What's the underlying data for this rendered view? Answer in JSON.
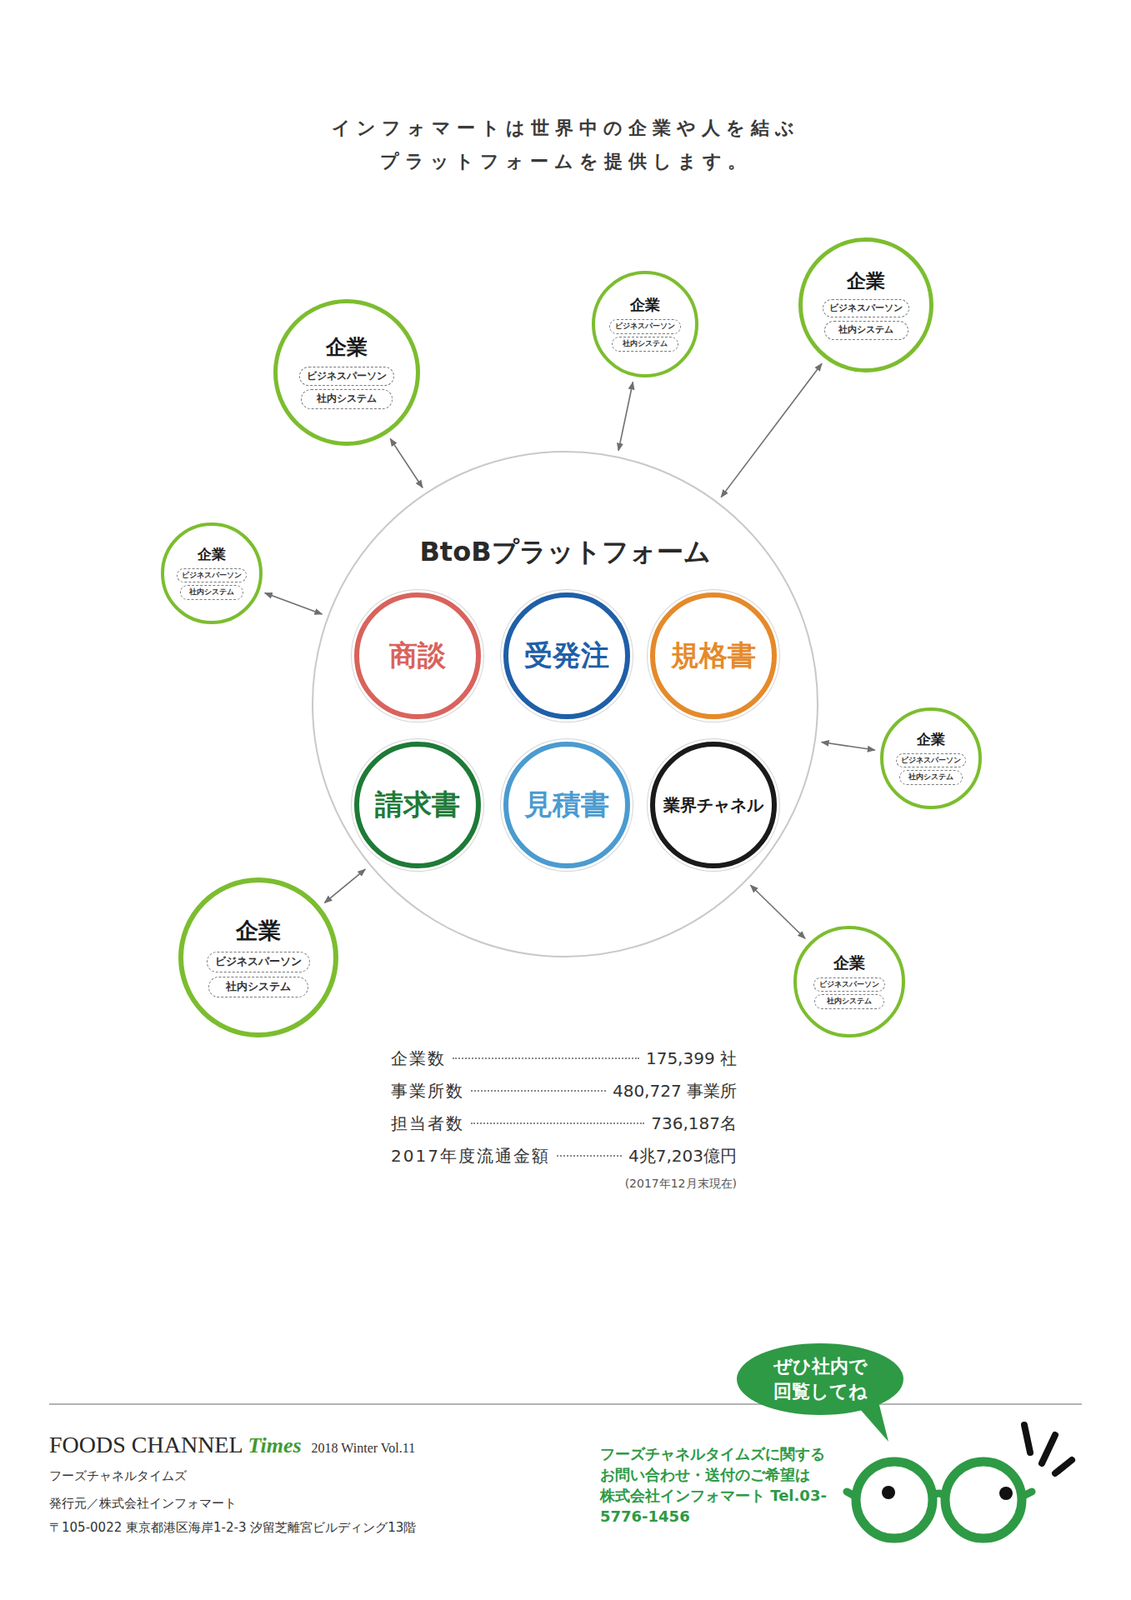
{
  "diagram": {
    "title": "インフォマートは世界中の企業や人を結ぶ プラットフォームを提供します。",
    "nodes": [
      {
        "text": [
          "BtoBプラットフォーム"
        ]
      },
      {
        "text": [
          "商談"
        ],
        "in": 0
      },
      {
        "text": [
          "受発注"
        ],
        "in": 0
      },
      {
        "text": [
          "規格書"
        ],
        "in": 0
      },
      {
        "text": [
          "請求書"
        ],
        "in": 0
      },
      {
        "text": [
          "見積書"
        ],
        "in": 0
      },
      {
        "text": [
          "業界チャネル"
        ],
        "in": 0
      },
      {
        "text": [
          "企業"
        ]
      },
      {
        "text": [
          "ビジネスパーソン"
        ],
        "in": 7
      },
      {
        "text": [
          "社内システム"
        ],
        "in": 7
      },
      {
        "text": [
          "企業"
        ]
      },
      {
        "text": [
          "ビジネスパーソン"
        ],
        "in": 10
      },
      {
        "text": [
          "社内システム"
        ],
        "in": 10
      },
      {
        "text": [
          "企業"
        ]
      },
      {
        "text": [
          "ビジネスパーソン"
        ],
        "in": 13
      },
      {
        "text": [
          "社内システム"
        ],
        "in": 13
      },
      {
        "text": [
          "企業"
        ]
      },
      {
        "text": [
          "ビジネスパーソン"
        ],
        "in": 16
      },
      {
        "text": [
          "社内システム"
        ],
        "in": 16
      },
      {
        "text": [
          "企業"
        ]
      },
      {
        "text": [
          "ビジネスパーソン"
        ],
        "in": 19
      },
      {
        "text": [
          "社内システム"
        ],
        "in": 19
      },
      {
        "text": [
          "企業"
        ]
      },
      {
        "text": [
          "ビジネスパーソン"
        ],
        "in": 22
      },
      {
        "text": [
          "社内システム"
        ],
        "in": 22
      },
      {
        "text": [
          "企業"
        ]
      },
      {
        "text": [
          "ビジネスパーソン"
        ],
        "in": 25
      },
      {
        "text": [
          "社内システム"
        ],
        "in": 25
      },
      {
        "text": [
          "ぜひ社内で 回覧してね"
        ]
      }
    ],
    "edges": [
      {
        "from": 7,
        "to": 0,
        "arrow": "both"
      },
      {
        "from": 10,
        "to": 0,
        "arrow": "both"
      },
      {
        "from": 13,
        "to": 0,
        "arrow": "both"
      },
      {
        "from": 16,
        "to": 0,
        "arrow": "both"
      },
      {
        "from": 19,
        "to": 0,
        "arrow": "both"
      },
      {
        "from": 22,
        "to": 0,
        "arrow": "both"
      },
      {
        "from": 25,
        "to": 0,
        "arrow": "both"
      }
    ],
    "labels": [
      "企業数",
      "175,399 社",
      "事業所数",
      "480,727 事業所",
      "担当者数",
      "736,187名",
      "2017年度流通金額",
      "4兆7,203億円",
      "(2017年12月末現在)",
      "FOODS CHANNEL",
      "Times",
      "2018 Winter Vol.11",
      "フーズチャネルタイムズ",
      "発行元／株式会社インフォマート",
      "〒105-0022 東京都港区海岸1-2-3 汐留芝離宮ビルディング13階",
      "フーズチャネルタイムズに関する お問い合わせ・送付のご希望は 株式会社インフォマート Tel.03-5776-1456"
    ]
  }
}
